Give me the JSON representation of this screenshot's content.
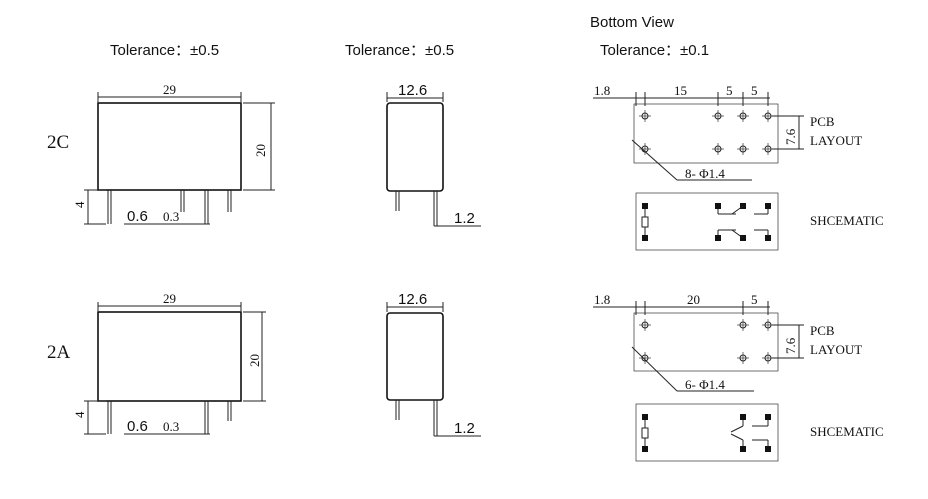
{
  "bottom_view_label": "Bottom View",
  "tolerances": {
    "front": "Tolerance：±0.5",
    "side": "Tolerance：±0.5",
    "bottom": "Tolerance：±0.1"
  },
  "variants": [
    {
      "name": "2C",
      "width": "29",
      "height": "20",
      "pin_length": "4",
      "pin_width": "0.6",
      "pin_thickness": "0.3",
      "side_width": "12.6",
      "side_pin_offset": "1.2",
      "pcb_edge": "1.8",
      "pcb_spacing_1": "15",
      "pcb_spacing_2": "5",
      "pcb_spacing_3": "5",
      "pcb_row_pitch": "7.6",
      "pcb_layout_label": [
        "PCB",
        "LAYOUT"
      ],
      "hole_note": "8- Φ1.4",
      "schematic_label": "SHCEMATIC"
    },
    {
      "name": "2A",
      "width": "29",
      "height": "20",
      "pin_length": "4",
      "pin_width": "0.6",
      "pin_thickness": "0.3",
      "side_width": "12.6",
      "side_pin_offset": "1.2",
      "pcb_edge": "1.8",
      "pcb_spacing_1": "20",
      "pcb_spacing_2": "5",
      "pcb_row_pitch": "7.6",
      "pcb_layout_label": [
        "PCB",
        "LAYOUT"
      ],
      "hole_note": "6- Φ1.4",
      "schematic_label": "SHCEMATIC"
    }
  ]
}
